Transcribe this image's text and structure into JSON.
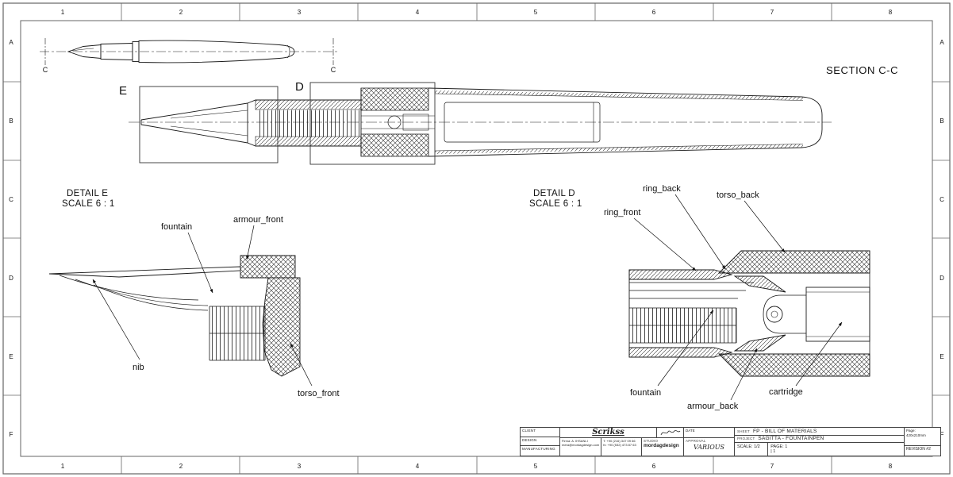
{
  "page": {
    "section_title": "SECTION C-C"
  },
  "grid_refs": {
    "cols": [
      "1",
      "2",
      "3",
      "4",
      "5",
      "6",
      "7",
      "8"
    ],
    "rows": [
      "A",
      "B",
      "C",
      "D",
      "E",
      "F"
    ]
  },
  "overview": {
    "cut_label_left": "C",
    "cut_label_right": "C"
  },
  "section_view": {
    "detail_marker_e": "E",
    "detail_marker_d": "D"
  },
  "detail_e": {
    "title": "DETAIL E",
    "scale": "SCALE 6 : 1",
    "labels": {
      "fountain": "fountain",
      "armour_front": "armour_front",
      "nib": "nib",
      "torso_front": "torso_front"
    }
  },
  "detail_d": {
    "title": "DETAIL D",
    "scale": "SCALE 6 : 1",
    "labels": {
      "ring_back": "ring_back",
      "ring_front": "ring_front",
      "torso_back": "torso_back",
      "fountain": "fountain",
      "armour_back": "armour_back",
      "cartridge": "cartridge"
    }
  },
  "title_block": {
    "client_label": "CLIENT",
    "design_label": "DESIGN",
    "manufacturing_label": "MANUFACTURING",
    "brand": "Scrikss",
    "contact": {
      "firm": "Firma: A. IHSANLI",
      "email": "mera@mordagdesign.com",
      "phone": "T: +90 (216) 347 09 66",
      "fax": "fx: +90 (532) 473 87 63"
    },
    "studio_label": "STUDIO",
    "studio_name": "mordagdesign",
    "date_label": "DATE",
    "approval_label": "APPROVAL",
    "approval_value": "VARIOUS",
    "sheet_label": "SHEET",
    "sheet_value": "FP - BILL OF MATERIALS",
    "project_label": "PROJECT",
    "project_value": "SAGITTA - FOUNTAINPEN",
    "scale_value": "SCALE: 1/2",
    "page_value": "PAGE: 1 | 1",
    "paper_label": "Page:",
    "paper_size": "420x210mm",
    "revision": "REVISION #2"
  }
}
